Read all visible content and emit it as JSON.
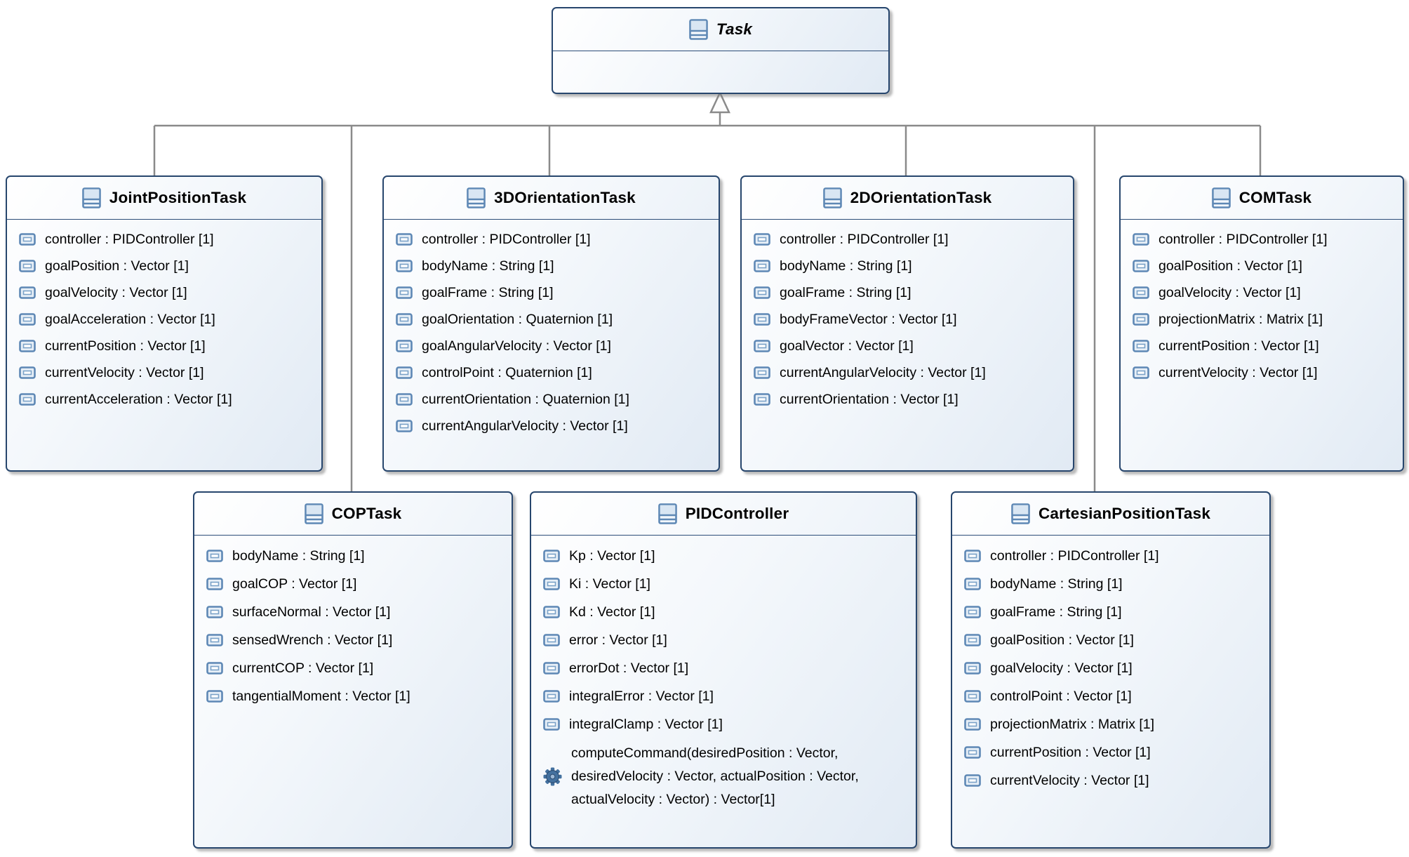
{
  "diagram": {
    "kind": "uml-class-diagram",
    "colors": {
      "box_border": "#27466d",
      "box_fill_top": "#ffffff",
      "box_fill_bottom": "#e1eaf4",
      "connector_gray": "#8a8a8a",
      "icon_blue": "#5e88b5",
      "gear_blue": "#44719f",
      "text": "#000000"
    },
    "relations": {
      "type": "generalization",
      "parent": "Task",
      "children": [
        "JointPositionTask",
        "3DOrientationTask",
        "2DOrientationTask",
        "COMTask",
        "COPTask",
        "CartesianPositionTask"
      ]
    },
    "classes": [
      {
        "name": "Task",
        "abstract": true,
        "attributes": [],
        "operations": []
      },
      {
        "name": "JointPositionTask",
        "abstract": false,
        "attributes": [
          "controller : PIDController [1]",
          "goalPosition : Vector [1]",
          "goalVelocity : Vector [1]",
          "goalAcceleration : Vector [1]",
          "currentPosition : Vector [1]",
          "currentVelocity : Vector [1]",
          "currentAcceleration : Vector [1]"
        ],
        "operations": []
      },
      {
        "name": "3DOrientationTask",
        "abstract": false,
        "attributes": [
          "controller : PIDController [1]",
          "bodyName : String [1]",
          "goalFrame : String [1]",
          "goalOrientation : Quaternion [1]",
          "goalAngularVelocity : Vector [1]",
          "controlPoint : Quaternion [1]",
          "currentOrientation : Quaternion [1]",
          "currentAngularVelocity : Vector [1]"
        ],
        "operations": []
      },
      {
        "name": "2DOrientationTask",
        "abstract": false,
        "attributes": [
          "controller : PIDController [1]",
          "bodyName : String [1]",
          "goalFrame : String [1]",
          "bodyFrameVector : Vector [1]",
          "goalVector : Vector [1]",
          "currentAngularVelocity : Vector [1]",
          "currentOrientation : Vector [1]"
        ],
        "operations": []
      },
      {
        "name": "COMTask",
        "abstract": false,
        "attributes": [
          "controller : PIDController [1]",
          "goalPosition : Vector [1]",
          "goalVelocity : Vector [1]",
          "projectionMatrix : Matrix [1]",
          "currentPosition : Vector [1]",
          "currentVelocity : Vector [1]"
        ],
        "operations": []
      },
      {
        "name": "COPTask",
        "abstract": false,
        "attributes": [
          "bodyName : String [1]",
          "goalCOP : Vector [1]",
          "surfaceNormal : Vector [1]",
          "sensedWrench : Vector [1]",
          "currentCOP : Vector [1]",
          "tangentialMoment : Vector [1]"
        ],
        "operations": []
      },
      {
        "name": "PIDController",
        "abstract": false,
        "attributes": [
          "Kp : Vector [1]",
          "Ki : Vector [1]",
          "Kd : Vector [1]",
          "error : Vector [1]",
          "errorDot : Vector [1]",
          "integralError : Vector [1]",
          "integralClamp : Vector [1]"
        ],
        "operations": [
          "computeCommand(desiredPosition : Vector, desiredVelocity : Vector, actualPosition : Vector, actualVelocity : Vector) : Vector[1]"
        ]
      },
      {
        "name": "CartesianPositionTask",
        "abstract": false,
        "attributes": [
          "controller : PIDController [1]",
          "bodyName : String [1]",
          "goalFrame : String [1]",
          "goalPosition : Vector [1]",
          "goalVelocity : Vector [1]",
          "controlPoint : Vector [1]",
          "projectionMatrix : Matrix [1]",
          "currentPosition : Vector [1]",
          "currentVelocity : Vector [1]"
        ],
        "operations": []
      }
    ]
  }
}
